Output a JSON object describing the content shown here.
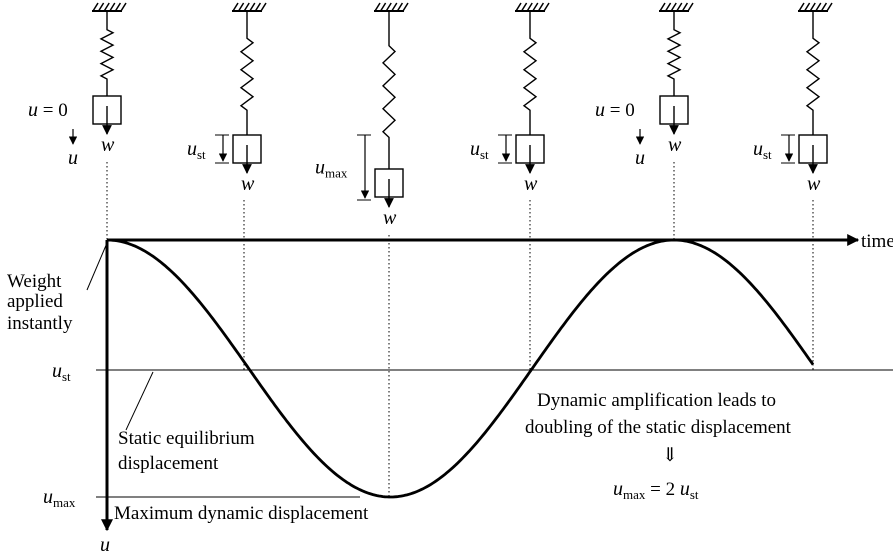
{
  "symbols": {
    "u": "u",
    "w": "w",
    "eq_zero": " = 0",
    "sub_st": "st",
    "sub_max": "max",
    "eq_two": " = 2 "
  },
  "labels": {
    "time": "time",
    "weight_applied": [
      "Weight",
      "applied",
      "instantly"
    ],
    "static_equilibrium": [
      "Static equilibrium",
      "displacement"
    ],
    "max_dynamic": "Maximum dynamic displacement",
    "amplification": [
      "Dynamic amplification leads to",
      "doubling of the static displacement"
    ],
    "implies": "⇓"
  }
}
